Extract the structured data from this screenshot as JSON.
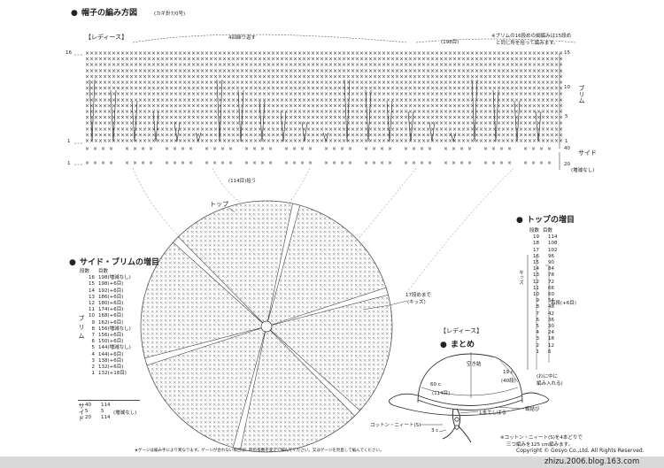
{
  "page": {
    "title": "帽子の編み方図",
    "title_note": "(カギ針7/0号)",
    "brim_section_label": "【レディース】",
    "repeat_label": "4回繰り返す",
    "count_198": "(198目)",
    "count_114": "(114目)拾う",
    "brim_note_line1": "※ブリムの16段めの細編みは15段め",
    "brim_note_line2": "と同じ所を拾って編みます。",
    "brim_vertical": "ブリム",
    "side_vertical": "サイド",
    "side_note": "(増減なし)",
    "row_numbers_right": [
      "15",
      "10",
      "5",
      "1",
      "40",
      "20"
    ],
    "row_numbers_left": [
      "16",
      "1",
      "1"
    ],
    "top_label": "トップ",
    "side_brim_increase_title": "サイド・ブリムの増目",
    "top_increase_title": "トップの増目",
    "top_circle_note_line1": "17段めまで",
    "top_circle_note_line2": "(キッズ)",
    "finishing_section_label": "【レディース】",
    "finishing_title": "まとめ",
    "cord_label": "コットン・ニィート(S)",
    "dim_60c": "60 c",
    "dim_40": "(40段)",
    "dim_19c": "19 c",
    "dim_114": "(114目)",
    "airknot": "空き結",
    "one_knot": "1本でしばる",
    "tassel": "蝶結び",
    "dim_3c": "3 c",
    "cord_note_line1": "※コットン・ニィート(S)を4本どりで",
    "cord_note_line2": "三つ編みを125 cm編みます。",
    "gauge_note": "★ゲージは編み手により異なります。ゲージが合わない場合は、針の号数を変えて編んでください。又はゲージを見直して編んでください。",
    "copyright": "Copyright © Gosyo Co.,Ltd. All Rights Reserved.",
    "website": "zhizu.2006.blog.163.com",
    "stitch_symbol": "×"
  },
  "side_brim_table": {
    "headers": [
      "段数",
      "目数"
    ],
    "rows": [
      {
        "row": "16",
        "count": "198(増減なし)"
      },
      {
        "row": "15",
        "count": "198(+6目)"
      },
      {
        "row": "14",
        "count": "192(+6目)"
      },
      {
        "row": "13",
        "count": "186(+6目)"
      },
      {
        "row": "12",
        "count": "180(+6目)"
      },
      {
        "row": "11",
        "count": "174(+6目)"
      },
      {
        "row": "10",
        "count": "168(+6目)"
      },
      {
        "row": "9",
        "count": "162(+6目)"
      },
      {
        "row": "8",
        "count": "156(増減なし)"
      },
      {
        "row": "7",
        "count": "156(+6目)"
      },
      {
        "row": "6",
        "count": "150(+6目)"
      },
      {
        "row": "5",
        "count": "144(増減なし)"
      },
      {
        "row": "4",
        "count": "144(+6目)"
      },
      {
        "row": "3",
        "count": "138(+6目)"
      },
      {
        "row": "2",
        "count": "132(+6目)"
      },
      {
        "row": "1",
        "count": "132(+18目)"
      }
    ],
    "brim_label": "ブリム",
    "side_rows": [
      "40",
      "5",
      "20"
    ],
    "side_counts": [
      "114",
      "5",
      "114"
    ],
    "side_note": "(増減なし)",
    "side_label": "サイド"
  },
  "top_table": {
    "headers": [
      "段数",
      "目数"
    ],
    "rows": [
      {
        "row": "19",
        "count": "114"
      },
      {
        "row": "18",
        "count": "108"
      },
      {
        "row": "17",
        "count": "102"
      },
      {
        "row": "16",
        "count": "96"
      },
      {
        "row": "15",
        "count": "90"
      },
      {
        "row": "14",
        "count": "84"
      },
      {
        "row": "13",
        "count": "78"
      },
      {
        "row": "12",
        "count": "72"
      },
      {
        "row": "11",
        "count": "66"
      },
      {
        "row": "10",
        "count": "60"
      },
      {
        "row": "9",
        "count": "54"
      },
      {
        "row": "8",
        "count": "48"
      },
      {
        "row": "7",
        "count": "42"
      },
      {
        "row": "6",
        "count": "36"
      },
      {
        "row": "5",
        "count": "30"
      },
      {
        "row": "4",
        "count": "24"
      },
      {
        "row": "3",
        "count": "18"
      },
      {
        "row": "2",
        "count": "12"
      },
      {
        "row": "1",
        "count": "6"
      }
    ],
    "kids_label": "キッズ",
    "increase_note": "毎段(+6目)",
    "ring_note_line1": "(わに中に",
    "ring_note_line2": "編み入れる)"
  }
}
